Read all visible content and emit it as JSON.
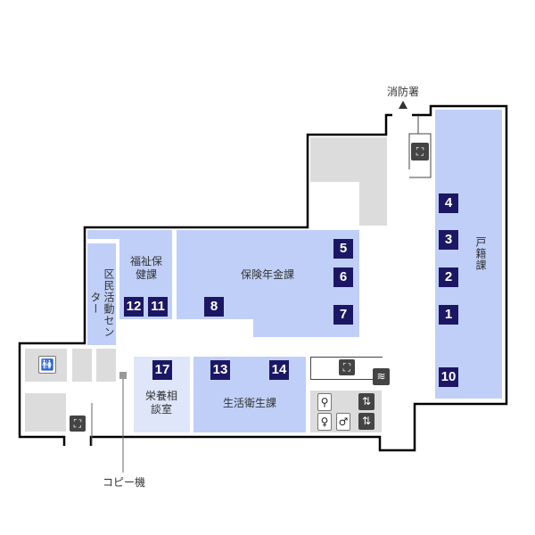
{
  "colors": {
    "office": "#c0cff7",
    "office_light": "#dfe6f9",
    "facility": "#dcdcdc",
    "badge": "#1c1764",
    "wall": "#000000"
  },
  "rooms": {
    "kumin": "区民活動センター",
    "fukushi": "福祉保健課",
    "hoken": "保険年金課",
    "koseki": "戸籍課",
    "eiyou": "栄養相談室",
    "seikatsu": "生活衛生課"
  },
  "labels": {
    "fire_station": "消防署",
    "copier": "コピー機"
  },
  "badges": {
    "b1": "1",
    "b2": "2",
    "b3": "3",
    "b4": "4",
    "b5": "5",
    "b6": "6",
    "b7": "7",
    "b8": "8",
    "b10": "10",
    "b11": "11",
    "b12": "12",
    "b13": "13",
    "b14": "14",
    "b17": "17"
  },
  "icons": [
    "restroom-icon",
    "stairs-icon",
    "wifi-icon",
    "baby-care-icon",
    "womens-restroom-icon",
    "mens-restroom-icon",
    "elevator-icon",
    "entrance-arrow-icon"
  ]
}
